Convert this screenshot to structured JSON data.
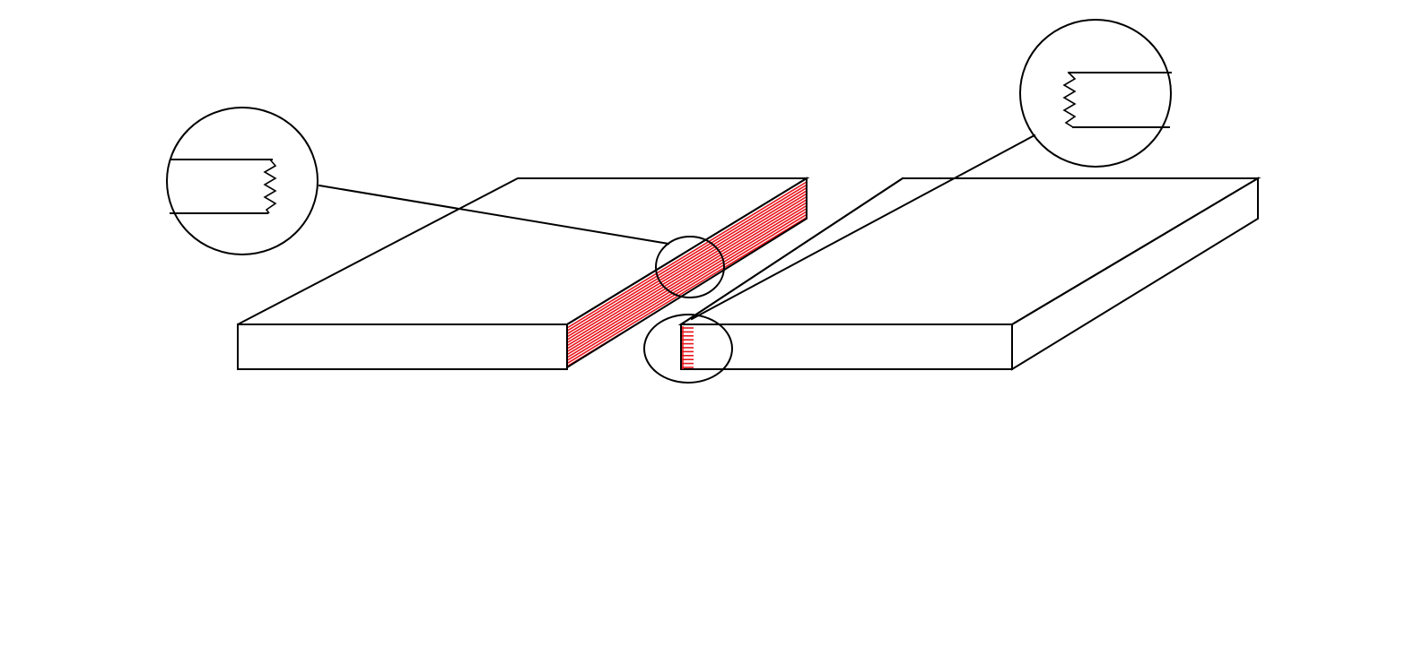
{
  "colors": {
    "background": "#ffffff",
    "outline": "#000000",
    "hatch": "#e8141b"
  },
  "diagram": {
    "left_plate": {
      "cut_edge_style": "hatched",
      "detail_callout": {
        "edge_profile": "jagged"
      }
    },
    "right_plate": {
      "cut_edge_style": "hatched",
      "detail_callout": {
        "edge_profile": "jagged"
      }
    },
    "magnifier_count": 4,
    "leader_line_count": 3
  }
}
